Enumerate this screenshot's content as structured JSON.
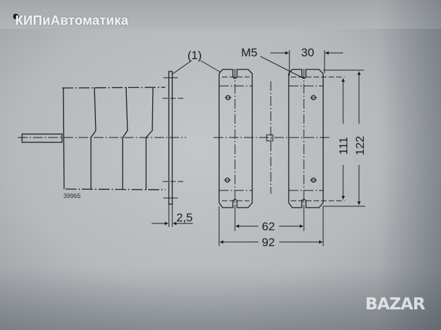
{
  "watermark": {
    "brand": "КИПиАвтоматика",
    "site_logo": "BAZAR"
  },
  "drawing": {
    "part_number": "39965",
    "callout": "(1)",
    "thread": "M5",
    "dimensions": {
      "plate_thickness": "2,5",
      "slot_offset": "30",
      "slot_spacing_horizontal": "62",
      "overall_width": "92",
      "slot_spacing_vertical": "111",
      "overall_height": "122"
    },
    "colors": {
      "line": "#1b1b1b",
      "paper": "#bfc2c4"
    }
  }
}
